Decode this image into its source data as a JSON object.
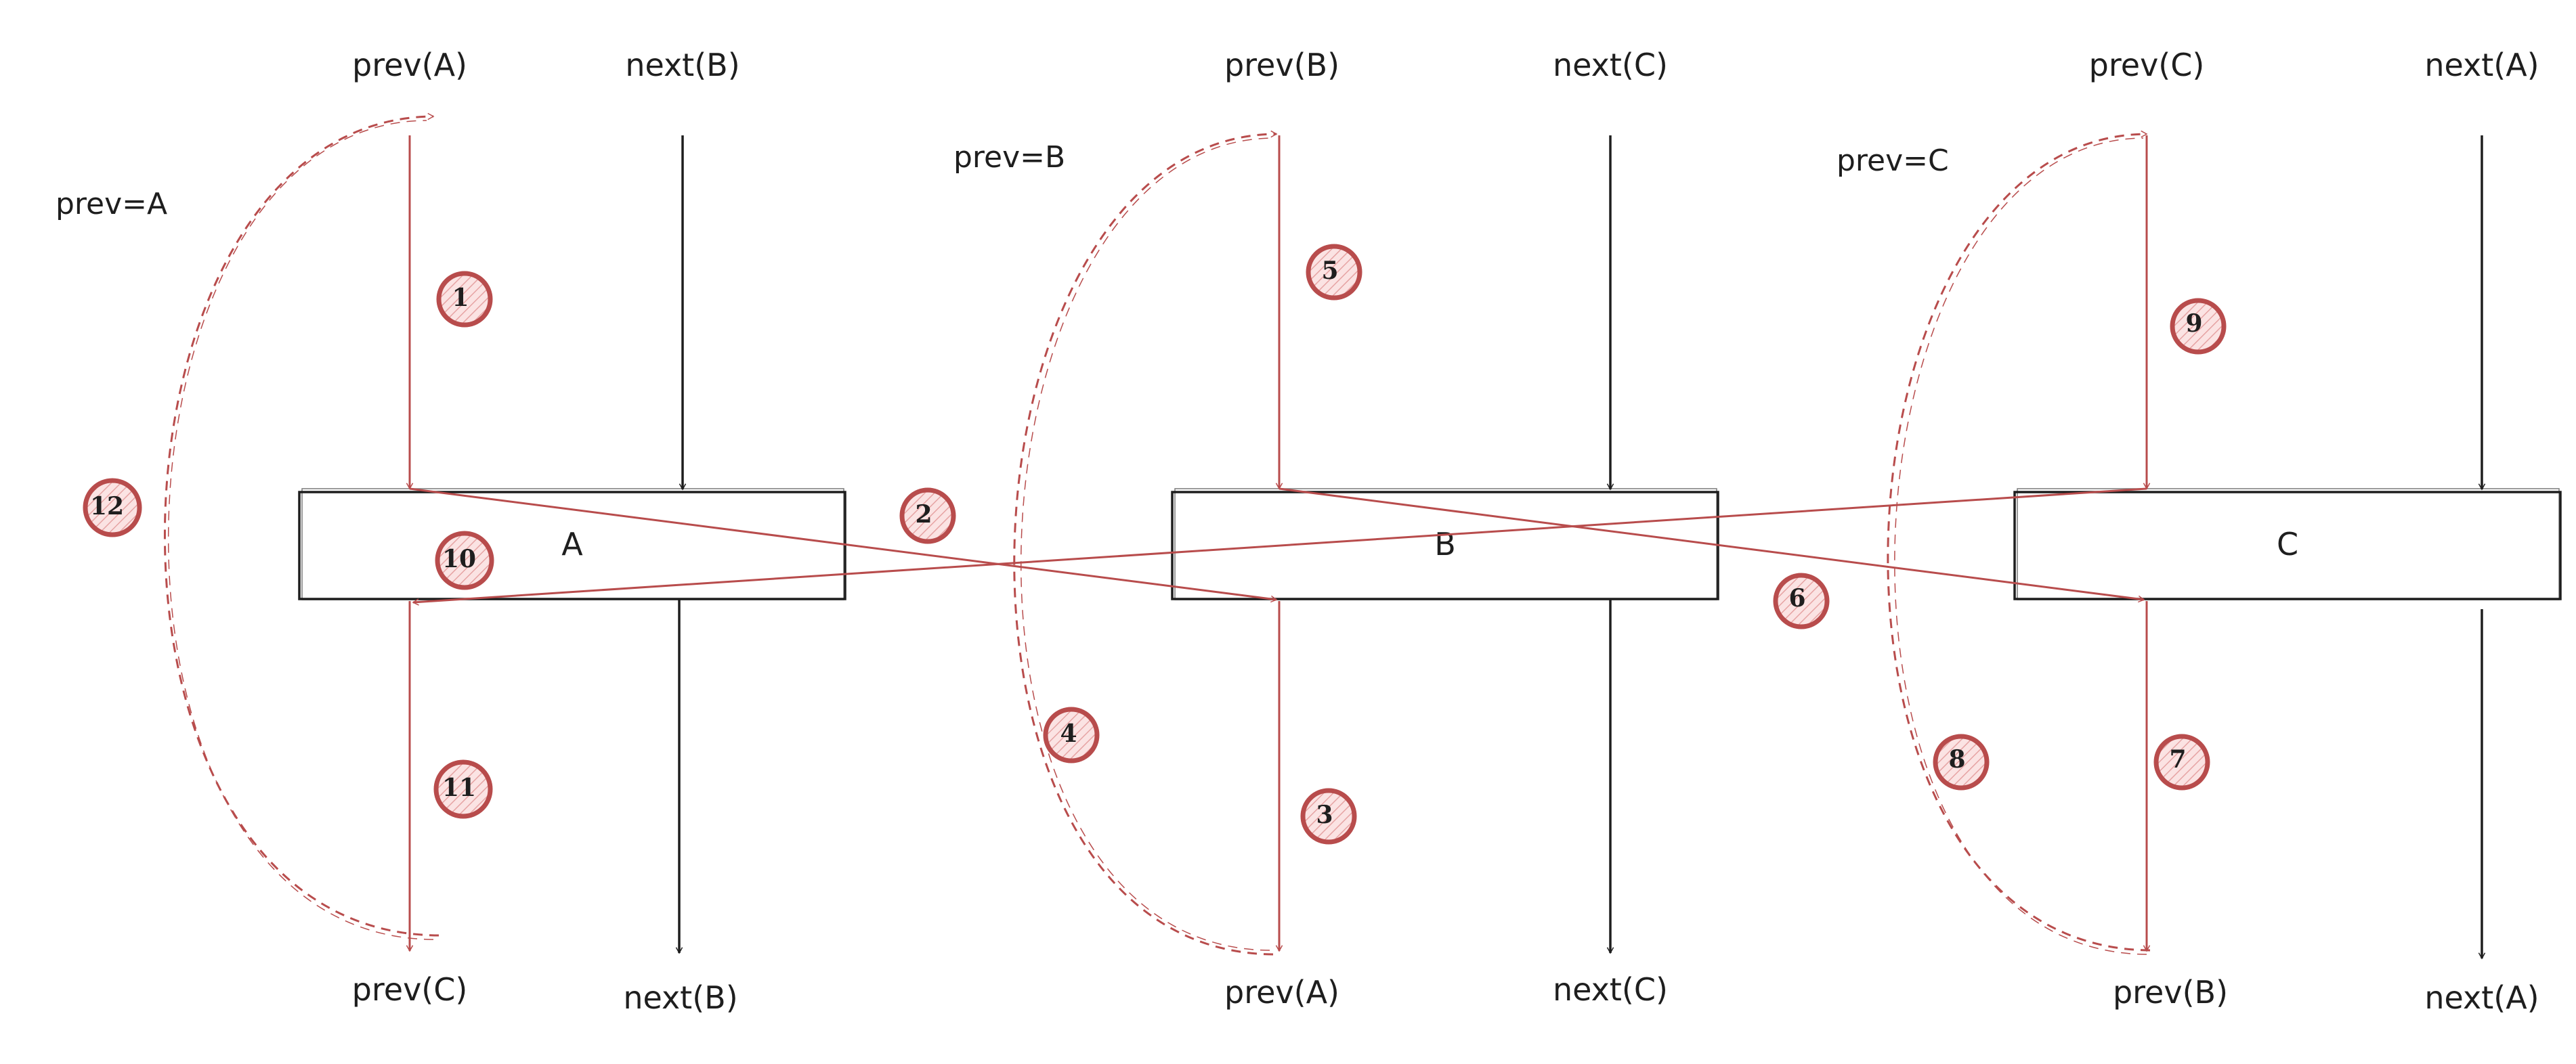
{
  "colors": {
    "ink": "#1e1e1e",
    "accent": "#b84c4c",
    "accent_fill": "#f2c7c7",
    "background": "#ffffff"
  },
  "nodes": [
    {
      "id": "A",
      "label": "A"
    },
    {
      "id": "B",
      "label": "B"
    },
    {
      "id": "C",
      "label": "C"
    }
  ],
  "pointer_labels": {
    "a_top_prev": "prev(A)",
    "a_top_next": "next(B)",
    "b_top_prev": "prev(B)",
    "b_top_next": "next(C)",
    "c_top_prev": "prev(C)",
    "c_top_next": "next(A)",
    "a_bottom_prev": "prev(C)",
    "a_bottom_next": "next(B)",
    "b_bottom_prev": "prev(A)",
    "b_bottom_next": "next(C)",
    "c_bottom_prev": "prev(B)",
    "c_bottom_next": "next(A)"
  },
  "assignments": [
    "prev=A",
    "prev=B",
    "prev=C"
  ],
  "steps": [
    "1",
    "2",
    "3",
    "4",
    "5",
    "6",
    "7",
    "8",
    "9",
    "10",
    "11",
    "12"
  ]
}
